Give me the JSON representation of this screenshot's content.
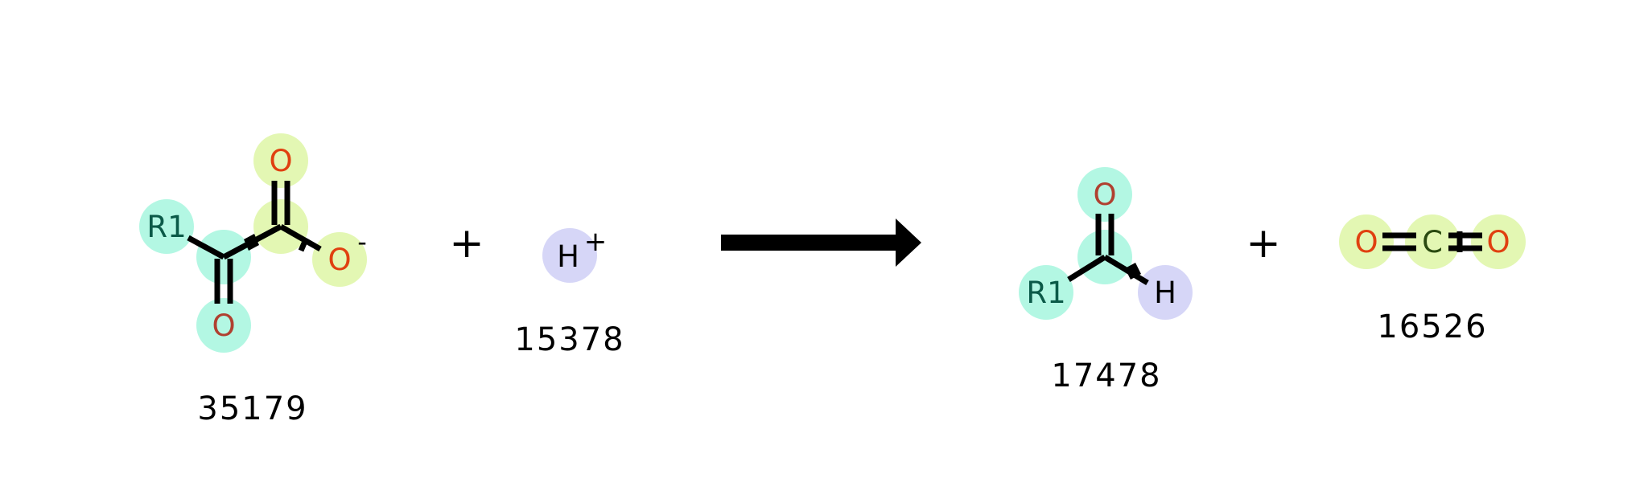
{
  "colors": {
    "teal_highlight": "#b3f7e3",
    "lime_highlight": "#e3f7b3",
    "lavender_highlight": "#d6d6f7",
    "oxygen_text": "#e04010",
    "oxygen_text_on_teal": "#b04030",
    "r_group_text": "#0b5a48",
    "hydrogen_text": "#000000",
    "carbon_text": "#2a4a10"
  },
  "reaction": {
    "operators": {
      "plus": "+"
    },
    "reactants": [
      {
        "id": "35179",
        "atoms": {
          "r1": "R1",
          "o_top": "O",
          "o_bottom": "O",
          "o_minus": "O",
          "charge": "-"
        }
      },
      {
        "id": "15378",
        "atoms": {
          "h": "H",
          "charge": "+"
        }
      }
    ],
    "products": [
      {
        "id": "17478",
        "atoms": {
          "o": "O",
          "r1": "R1",
          "h": "H"
        }
      },
      {
        "id": "16526",
        "atoms": {
          "o_left": "O",
          "c": "C",
          "o_right": "O"
        }
      }
    ]
  }
}
